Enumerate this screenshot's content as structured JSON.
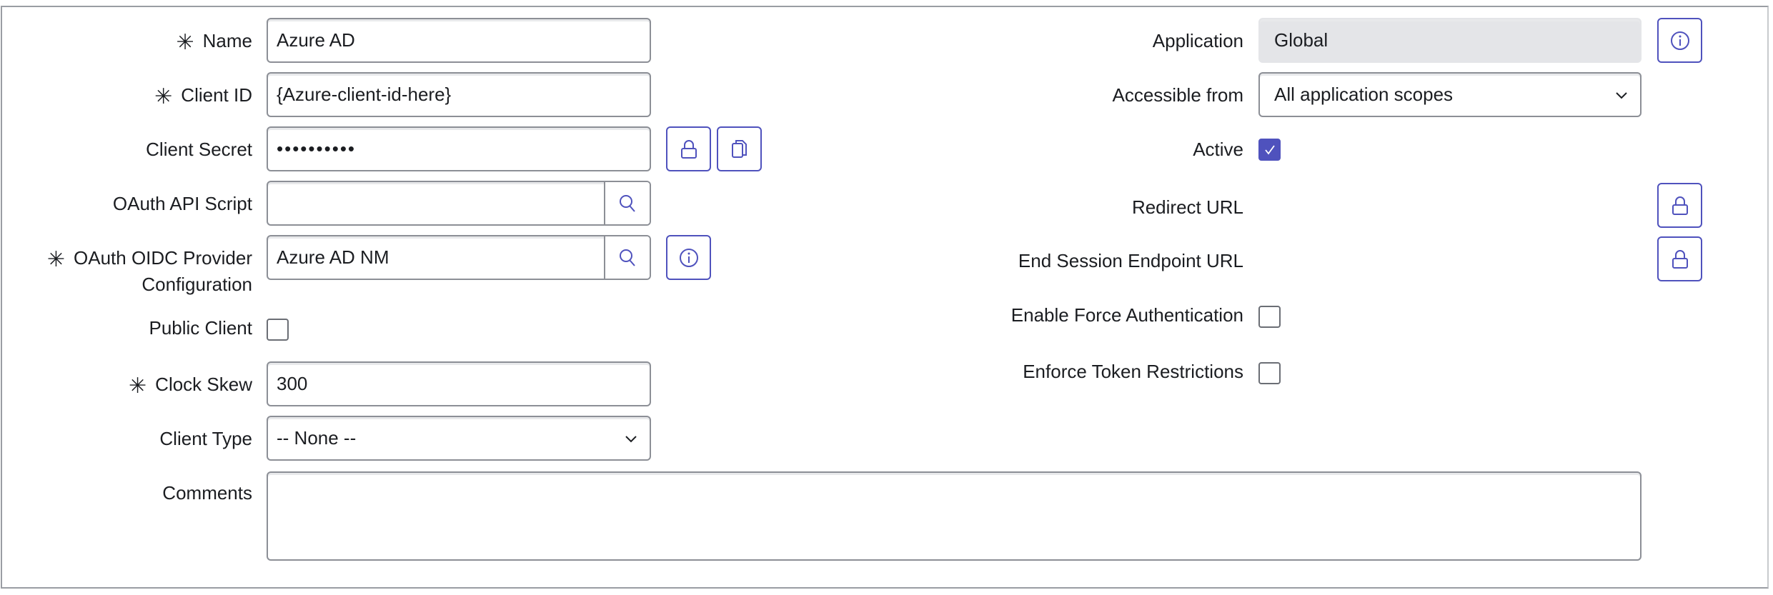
{
  "left": {
    "name": {
      "label": "Name",
      "required": "✳",
      "value": "Azure AD"
    },
    "client_id": {
      "label": "Client ID",
      "required": "✳",
      "value": "{Azure-client-id-here}"
    },
    "client_secret": {
      "label": "Client Secret",
      "value": "••••••••••"
    },
    "oauth_api_script": {
      "label": "OAuth API Script",
      "value": ""
    },
    "oidc_provider": {
      "label_line1": "OAuth OIDC Provider",
      "label_line2": "Configuration",
      "required": "✳",
      "value": "Azure AD NM"
    },
    "public_client": {
      "label": "Public Client",
      "checked": false
    },
    "clock_skew": {
      "label": "Clock Skew",
      "required": "✳",
      "value": "300"
    },
    "client_type": {
      "label": "Client Type",
      "value": "-- None --"
    },
    "comments": {
      "label": "Comments",
      "value": ""
    }
  },
  "right": {
    "application": {
      "label": "Application",
      "value": "Global"
    },
    "accessible_from": {
      "label": "Accessible from",
      "value": "All application scopes"
    },
    "active": {
      "label": "Active",
      "checked": true
    },
    "redirect_url": {
      "label": "Redirect URL"
    },
    "end_session_url": {
      "label": "End Session Endpoint URL"
    },
    "force_auth": {
      "label": "Enable Force Authentication",
      "checked": false
    },
    "token_restrictions": {
      "label": "Enforce Token Restrictions",
      "checked": false
    }
  },
  "colors": {
    "accent": "#4f52bd",
    "border": "#8c8f96",
    "readonly_bg": "#e4e5e8"
  }
}
